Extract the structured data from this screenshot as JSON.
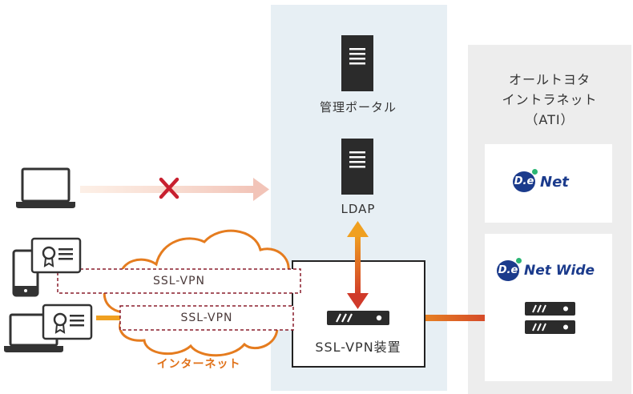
{
  "portal_label": "管理ポータル",
  "ldap_label": "LDAP",
  "vpn_device_label": "SSL-VPN装置",
  "ati_title_line1": "オールトヨタ",
  "ati_title_line2": "イントラネット",
  "ati_title_line3": "（ATI）",
  "tunnel_top_label": "SSL-VPN",
  "tunnel_bottom_label": "SSL-VPN",
  "internet_label": "インターネット",
  "denet_logo_badge": "D.e",
  "denet_logo_text": "Net",
  "denet_wide_logo_badge": "D.e",
  "denet_wide_logo_text": "Net Wide",
  "colors": {
    "center_panel": "#e7eff4",
    "right_panel": "#ededed",
    "cloud_stroke": "#e57c1f",
    "internet_text": "#e0721a",
    "arrow_red": "#d03a2a",
    "tunnel_border": "#8a1d2b",
    "server": "#2b2b2b"
  }
}
